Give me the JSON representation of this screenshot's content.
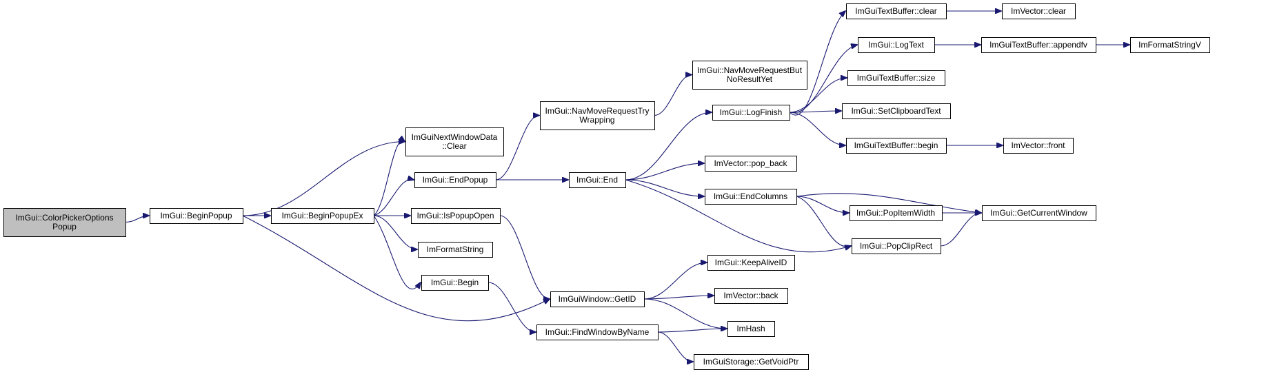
{
  "nodes": [
    {
      "id": "n0",
      "lines": [
        "ImGui::ColorPickerOptions",
        "Popup"
      ],
      "root": true
    },
    {
      "id": "n1",
      "lines": [
        "ImGui::BeginPopup"
      ]
    },
    {
      "id": "n2",
      "lines": [
        "ImGui::BeginPopupEx"
      ]
    },
    {
      "id": "n3",
      "lines": [
        "ImGuiNextWindowData",
        "::Clear"
      ]
    },
    {
      "id": "n4",
      "lines": [
        "ImGui::EndPopup"
      ]
    },
    {
      "id": "n5",
      "lines": [
        "ImGui::IsPopupOpen"
      ]
    },
    {
      "id": "n6",
      "lines": [
        "ImFormatString"
      ]
    },
    {
      "id": "n7",
      "lines": [
        "ImGui::Begin"
      ]
    },
    {
      "id": "n8",
      "lines": [
        "ImGui::NavMoveRequestTry",
        "Wrapping"
      ]
    },
    {
      "id": "n9",
      "lines": [
        "ImGui::End"
      ]
    },
    {
      "id": "n10",
      "lines": [
        "ImGuiWindow::GetID"
      ]
    },
    {
      "id": "n11",
      "lines": [
        "ImGui::FindWindowByName"
      ]
    },
    {
      "id": "n12",
      "lines": [
        "ImGui::NavMoveRequestBut",
        "NoResultYet"
      ]
    },
    {
      "id": "n13",
      "lines": [
        "ImGui::LogFinish"
      ]
    },
    {
      "id": "n14",
      "lines": [
        "ImVector::pop_back"
      ]
    },
    {
      "id": "n15",
      "lines": [
        "ImGui::EndColumns"
      ]
    },
    {
      "id": "n16",
      "lines": [
        "ImGui::KeepAliveID"
      ]
    },
    {
      "id": "n17",
      "lines": [
        "ImVector::back"
      ]
    },
    {
      "id": "n18",
      "lines": [
        "ImHash"
      ]
    },
    {
      "id": "n19",
      "lines": [
        "ImGuiStorage::GetVoidPtr"
      ]
    },
    {
      "id": "n20",
      "lines": [
        "ImGuiTextBuffer::clear"
      ]
    },
    {
      "id": "n21",
      "lines": [
        "ImGui::LogText"
      ]
    },
    {
      "id": "n22",
      "lines": [
        "ImGuiTextBuffer::size"
      ]
    },
    {
      "id": "n23",
      "lines": [
        "ImGui::SetClipboardText"
      ]
    },
    {
      "id": "n24",
      "lines": [
        "ImGuiTextBuffer::begin"
      ]
    },
    {
      "id": "n25",
      "lines": [
        "ImGui::PopItemWidth"
      ]
    },
    {
      "id": "n26",
      "lines": [
        "ImGui::PopClipRect"
      ]
    },
    {
      "id": "n27",
      "lines": [
        "ImVector::clear"
      ]
    },
    {
      "id": "n28",
      "lines": [
        "ImGuiTextBuffer::appendfv"
      ]
    },
    {
      "id": "n29",
      "lines": [
        "ImVector::front"
      ]
    },
    {
      "id": "n30",
      "lines": [
        "ImGui::GetCurrentWindow"
      ]
    },
    {
      "id": "n31",
      "lines": [
        "ImFormatStringV"
      ]
    }
  ],
  "edges": [
    [
      "n0",
      "n1"
    ],
    [
      "n1",
      "n2"
    ],
    [
      "n1",
      "n3"
    ],
    [
      "n1",
      "n10"
    ],
    [
      "n2",
      "n3"
    ],
    [
      "n2",
      "n4"
    ],
    [
      "n2",
      "n5"
    ],
    [
      "n2",
      "n6"
    ],
    [
      "n2",
      "n7"
    ],
    [
      "n4",
      "n8"
    ],
    [
      "n4",
      "n9"
    ],
    [
      "n5",
      "n10"
    ],
    [
      "n7",
      "n11"
    ],
    [
      "n8",
      "n12"
    ],
    [
      "n9",
      "n13"
    ],
    [
      "n9",
      "n14"
    ],
    [
      "n9",
      "n15"
    ],
    [
      "n9",
      "n26"
    ],
    [
      "n10",
      "n16"
    ],
    [
      "n10",
      "n17"
    ],
    [
      "n10",
      "n18"
    ],
    [
      "n11",
      "n18"
    ],
    [
      "n11",
      "n19"
    ],
    [
      "n13",
      "n20"
    ],
    [
      "n13",
      "n21"
    ],
    [
      "n13",
      "n22"
    ],
    [
      "n13",
      "n23"
    ],
    [
      "n13",
      "n24"
    ],
    [
      "n15",
      "n25"
    ],
    [
      "n15",
      "n26"
    ],
    [
      "n15",
      "n30"
    ],
    [
      "n25",
      "n30"
    ],
    [
      "n26",
      "n30"
    ],
    [
      "n20",
      "n27"
    ],
    [
      "n21",
      "n28"
    ],
    [
      "n28",
      "n31"
    ],
    [
      "n24",
      "n29"
    ]
  ]
}
